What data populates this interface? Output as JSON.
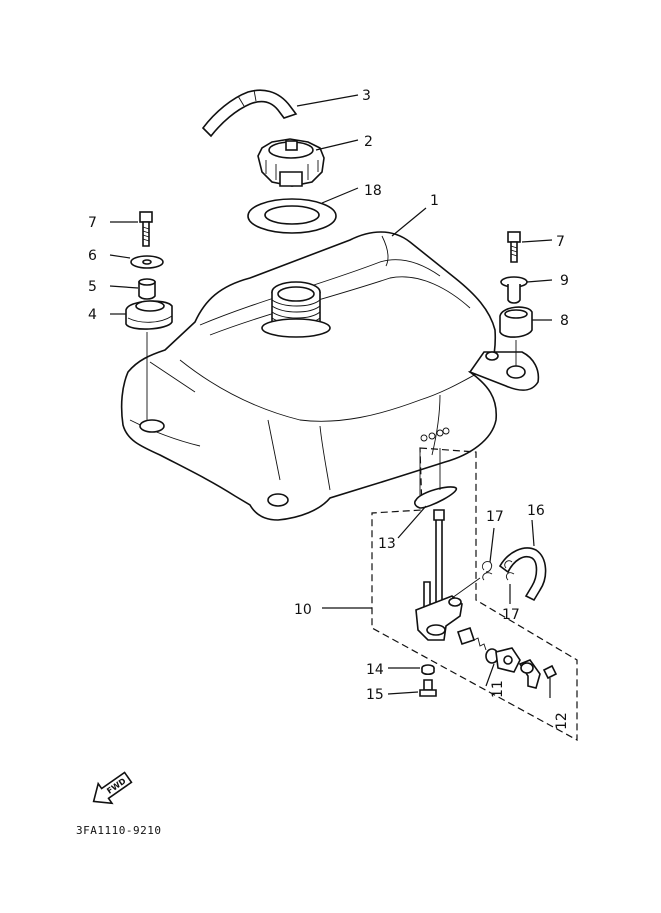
{
  "callouts": {
    "c1": "1",
    "c2": "2",
    "c3": "3",
    "c4": "4",
    "c5": "5",
    "c6": "6",
    "c7a": "7",
    "c7b": "7",
    "c8": "8",
    "c9": "9",
    "c10": "10",
    "c11": "11",
    "c12": "12",
    "c13": "13",
    "c14": "14",
    "c15": "15",
    "c16": "16",
    "c17a": "17",
    "c17b": "17",
    "c18": "18"
  },
  "fwd_label": "FWD",
  "drawing_code": "3FA1110-9210",
  "icons": {
    "direction": "fwd-arrow-icon"
  }
}
